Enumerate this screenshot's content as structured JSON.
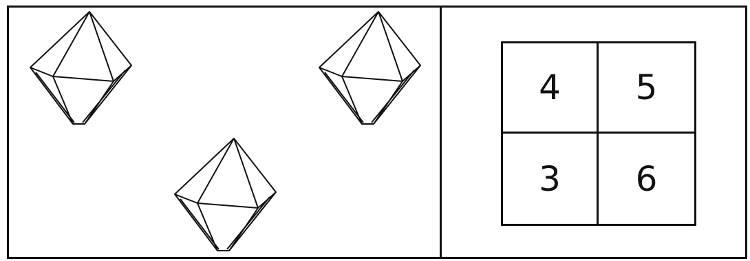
{
  "figure": {
    "shape_icon": "octahedron-icon",
    "shape_count": 3,
    "grid": {
      "cells": [
        "4",
        "5",
        "3",
        "6"
      ]
    }
  }
}
